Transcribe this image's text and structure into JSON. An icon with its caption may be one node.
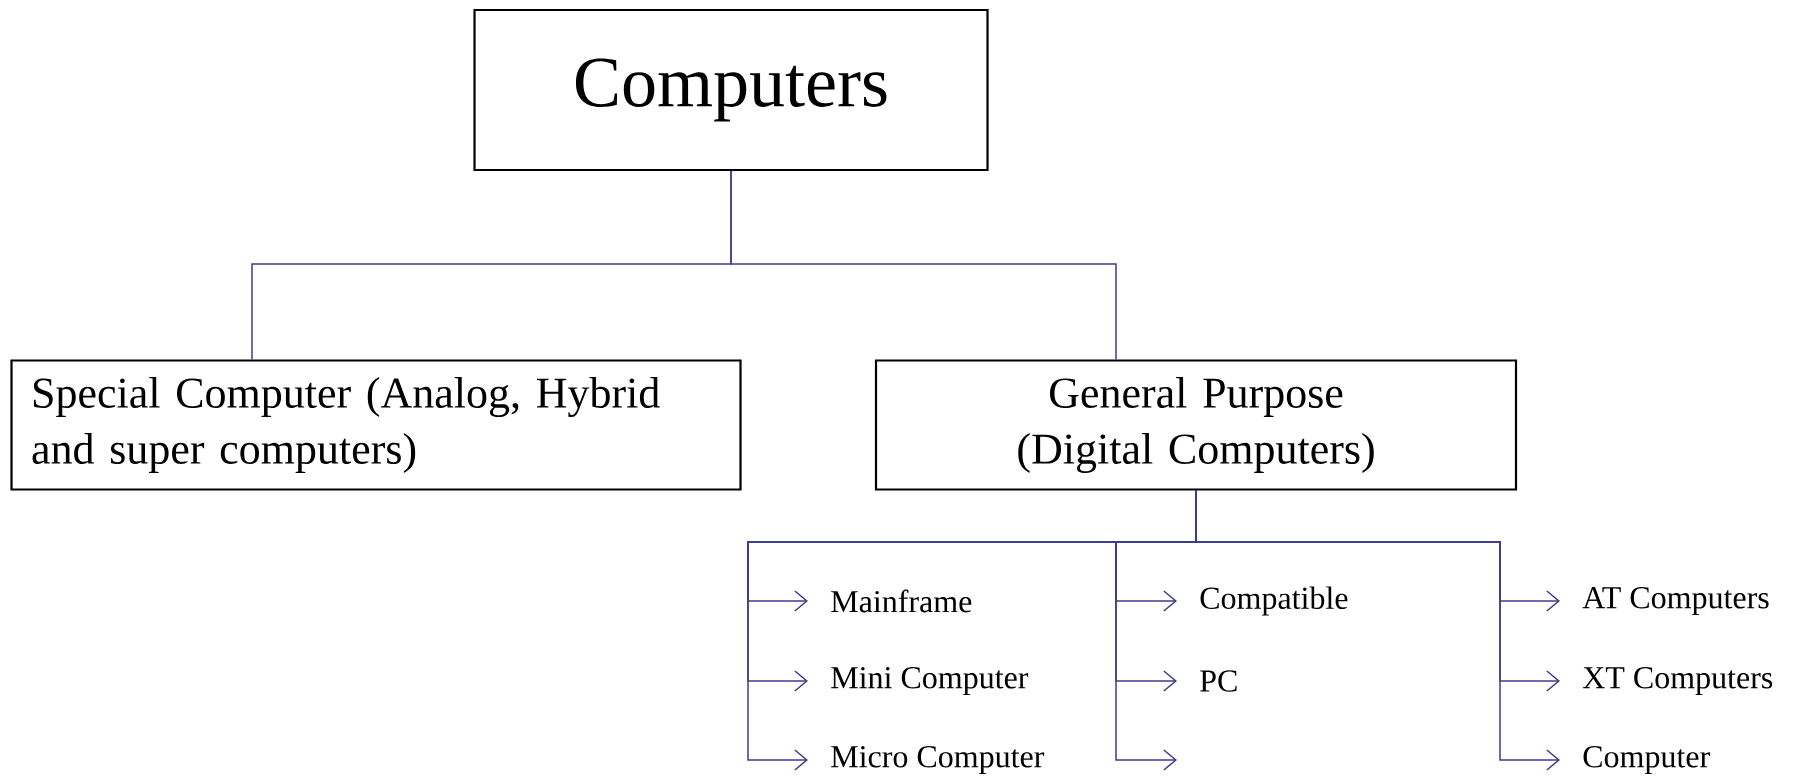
{
  "diagram": {
    "nodes": [
      {
        "text": [
          "Computers"
        ]
      },
      {
        "text": [
          "Special Computer (Analog, Hybrid and super computers)"
        ]
      },
      {
        "text": [
          "General Purpose (Digital Computers)"
        ]
      },
      {
        "text": [
          "Mainframe"
        ]
      },
      {
        "text": [
          "Mini Computer"
        ]
      },
      {
        "text": [
          "Micro Computer"
        ]
      },
      {
        "text": [
          "Compatible"
        ]
      },
      {
        "text": [
          "PC"
        ]
      },
      {
        "text": [
          "AT Computers"
        ]
      },
      {
        "text": [
          "XT Computers"
        ]
      },
      {
        "text": [
          "Computer"
        ]
      }
    ],
    "edges": [
      {
        "from": 0,
        "to": 1,
        "arrow": "none"
      },
      {
        "from": 0,
        "to": 2,
        "arrow": "none"
      },
      {
        "from": 2,
        "to": 3,
        "arrow": "to"
      },
      {
        "from": 2,
        "to": 4,
        "arrow": "to"
      },
      {
        "from": 2,
        "to": 5,
        "arrow": "to"
      },
      {
        "from": 2,
        "to": 6,
        "arrow": "to"
      },
      {
        "from": 2,
        "to": 7,
        "arrow": "to"
      },
      {
        "from": 2,
        "to": null,
        "arrow": "to"
      },
      {
        "from": 2,
        "to": 8,
        "arrow": "to"
      },
      {
        "from": 2,
        "to": 9,
        "arrow": "to"
      },
      {
        "from": 2,
        "to": 10,
        "arrow": "to"
      }
    ]
  }
}
